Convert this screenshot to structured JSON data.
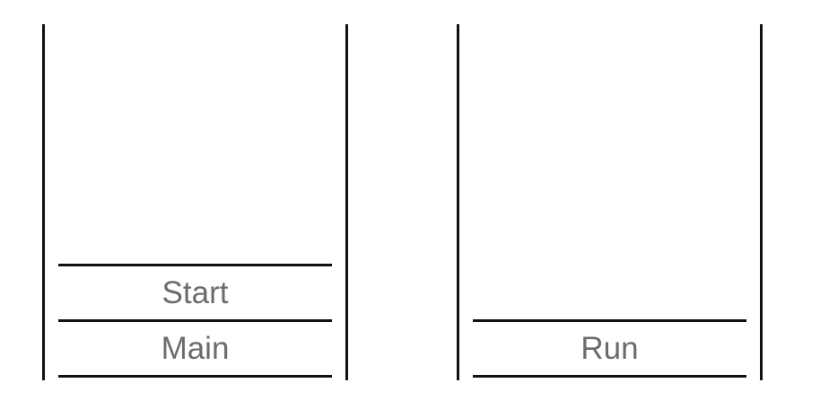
{
  "stacks": [
    {
      "frames": [
        "Start",
        "Main"
      ]
    },
    {
      "frames": [
        "Run"
      ]
    }
  ]
}
